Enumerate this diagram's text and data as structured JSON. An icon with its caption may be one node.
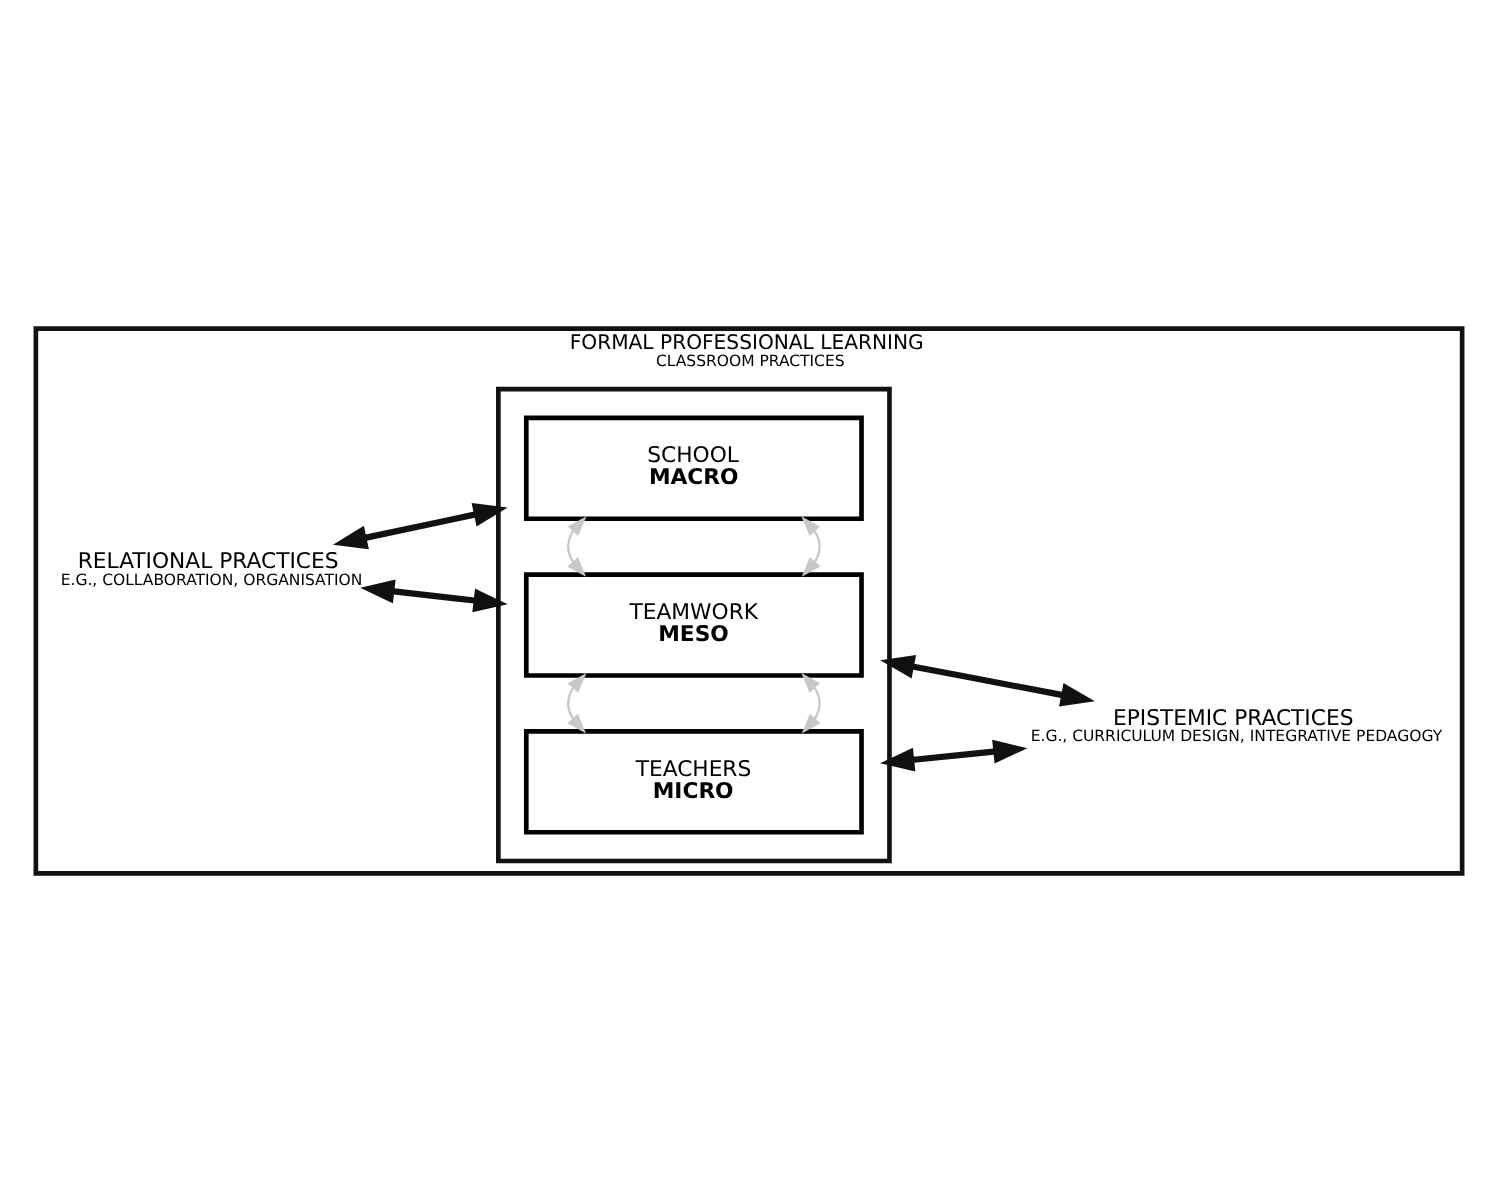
{
  "diagram": {
    "nodes": [
      {
        "text": [
          "FORMAL PROFESSIONAL LEARNING",
          "CLASSROOM PRACTICES"
        ]
      },
      {
        "text": [
          "RELATIONAL PRACTICES",
          "E.G., COLLABORATION, ORGANISATION"
        ],
        "in": 0
      },
      {
        "text": [],
        "shape": "box",
        "in": 0
      },
      {
        "text": [
          "SCHOOL",
          "MACRO"
        ],
        "in": 2
      },
      {
        "text": [
          "TEAMWORK",
          "MESO"
        ],
        "in": 2
      },
      {
        "text": [
          "TEACHERS",
          "MICRO"
        ],
        "in": 2
      },
      {
        "text": [
          "EPISTEMIC PRACTICES",
          "E.G., CURRICULUM DESIGN, INTEGRATIVE PEDAGOGY"
        ],
        "in": 0
      }
    ],
    "edges": [
      {
        "from": 1,
        "to": 2,
        "arrow": "both",
        "style": "thick"
      },
      {
        "from": 1,
        "to": 2,
        "arrow": "both",
        "style": "thick"
      },
      {
        "from": 2,
        "to": 6,
        "arrow": "both",
        "style": "thick"
      },
      {
        "from": 2,
        "to": 6,
        "arrow": "both",
        "style": "thick"
      },
      {
        "from": 3,
        "to": 4,
        "arrow": "both",
        "color": "#c8c8c8"
      },
      {
        "from": 3,
        "to": 4,
        "arrow": "both",
        "color": "#c8c8c8"
      },
      {
        "from": 4,
        "to": 5,
        "arrow": "both",
        "color": "#c8c8c8"
      },
      {
        "from": 4,
        "to": 5,
        "arrow": "both",
        "color": "#c8c8c8"
      }
    ]
  }
}
